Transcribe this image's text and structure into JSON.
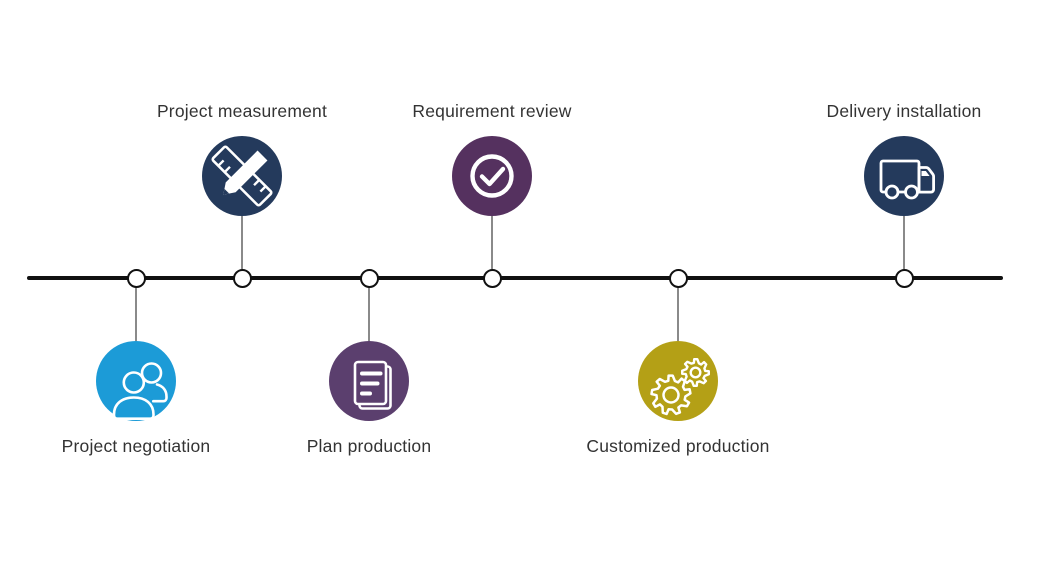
{
  "diagram": {
    "type": "process-timeline",
    "background": "#ffffff",
    "line_color": "#111111",
    "node_fill": "#ffffff",
    "node_border_color": "#111111",
    "connector_color": "#8a8a8a",
    "label_color": "#333333",
    "icon_color": "#ffffff"
  },
  "steps": [
    {
      "label": "Project negotiation",
      "position": "below",
      "color": "#1c9bd7",
      "icon": "people-icon"
    },
    {
      "label": "Project measurement",
      "position": "above",
      "color": "#243a5c",
      "icon": "ruler-pencil-icon"
    },
    {
      "label": "Plan production",
      "position": "below",
      "color": "#5b3f6e",
      "icon": "documents-icon"
    },
    {
      "label": "Requirement review",
      "position": "above",
      "color": "#55315f",
      "icon": "check-circle-icon"
    },
    {
      "label": "Customized production",
      "position": "below",
      "color": "#b4a016",
      "icon": "gears-icon"
    },
    {
      "label": "Delivery installation",
      "position": "above",
      "color": "#243a5c",
      "icon": "truck-icon"
    }
  ]
}
